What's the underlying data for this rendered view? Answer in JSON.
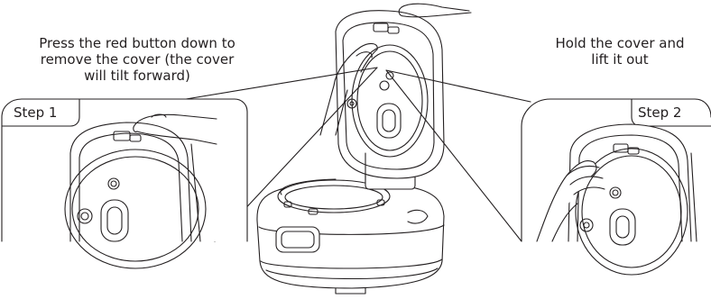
{
  "captions": {
    "left": {
      "lines": [
        "Press the red button down to",
        "remove the cover (the cover",
        "will tilt forward)"
      ]
    },
    "right": {
      "lines": [
        "Hold the cover and",
        "lift it out"
      ]
    }
  },
  "steps": {
    "step1_label": "Step 1",
    "step2_label": "Step 2"
  },
  "colors": {
    "line": "#231f20",
    "fill": "#ffffff",
    "shade": "#f2f2f2"
  }
}
